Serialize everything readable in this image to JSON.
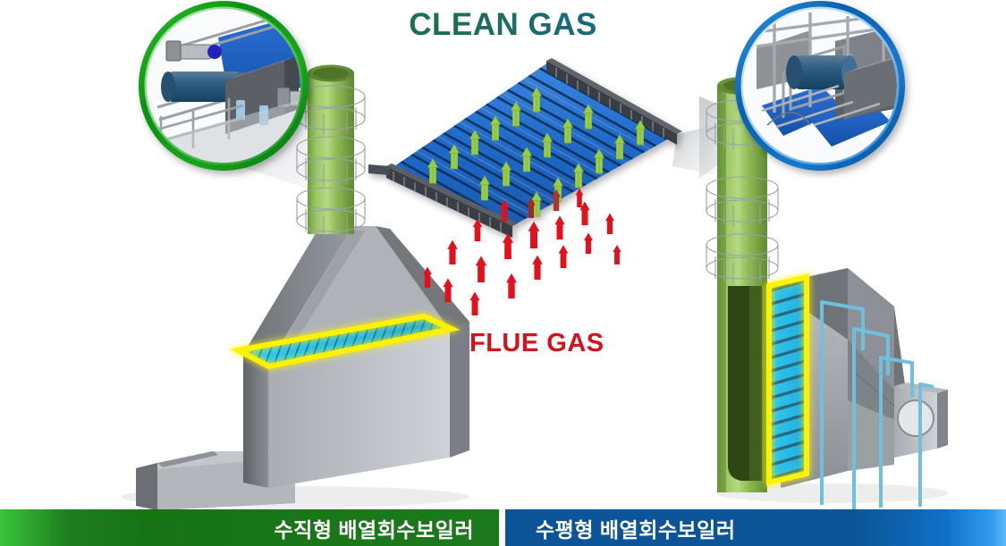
{
  "diagram": {
    "title_clean_gas": "CLEAN GAS",
    "title_flue_gas": "FLUE GAS",
    "colors": {
      "clean_gas_gradient_start": "#1E7A34",
      "clean_gas_gradient_end": "#1565A8",
      "flue_gas_red": "#D4121B",
      "stack_green": "#8CBF5A",
      "stack_green_dark": "#5E8A33",
      "tube_blue": "#2A6FD0",
      "tube_cyan": "#29C3EE",
      "highlight_yellow": "#FFF200",
      "arrow_green": "#9ACD47",
      "arrow_red": "#E1121B",
      "casing_gray": "#9A9DA1",
      "casing_gray_dark": "#6E7276",
      "inset_ring_green": "#16A81A",
      "inset_ring_blue": "#1673C8",
      "pipe_lightblue": "#6FC0DC",
      "bar_green": "#177415",
      "bar_blue": "#0c5398"
    },
    "insets": [
      {
        "name": "left-inset-vertical-hrsg-detail",
        "ring_color": "#16A81A"
      },
      {
        "name": "right-inset-horizontal-hrsg-detail",
        "ring_color": "#1673C8"
      }
    ],
    "center_panel": {
      "name": "heat-recovery-tube-bank-panel",
      "clean_gas_arrow_count": 18,
      "flue_gas_arrow_count": 20
    },
    "units": [
      {
        "id": "vertical",
        "label": "수직형 배열회수보일러",
        "bar_color": "#177415",
        "stack_rings": 3,
        "tube_bank_orientation": "horizontal"
      },
      {
        "id": "horizontal",
        "label": "수평형 배열회수보일러",
        "bar_color": "#0c5398",
        "stack_rings": 3,
        "tube_bank_orientation": "vertical"
      }
    ]
  },
  "bottom_bars": {
    "left_label": "수직형 배열회수보일러",
    "right_label": "수평형 배열회수보일러"
  }
}
